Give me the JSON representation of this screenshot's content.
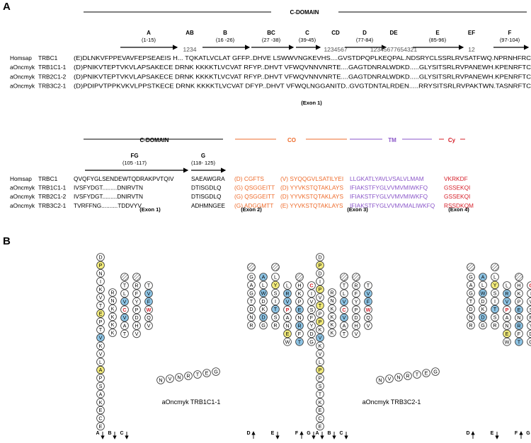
{
  "panel_a": {
    "label": "A",
    "title": "C-DOMAIN",
    "strands_top": [
      {
        "name": "A",
        "range": "(1-15)"
      },
      {
        "name": "AB",
        "range": "1234"
      },
      {
        "name": "B",
        "range": "(16 -26)"
      },
      {
        "name": "BC",
        "range": "(27 -38)"
      },
      {
        "name": "C",
        "range": "(39-45)"
      },
      {
        "name": "CD",
        "range": "1234567"
      },
      {
        "name": "D",
        "range": "(77-84)"
      },
      {
        "name": "DE",
        "range": "12345677654321"
      },
      {
        "name": "E",
        "range": "(85-96)"
      },
      {
        "name": "EF",
        "range": "12"
      },
      {
        "name": "F",
        "range": "(97-104)"
      }
    ],
    "rows_top": [
      {
        "species": "Homsap",
        "gene": "TRBC1",
        "seq": "(E)DLNKVFPPEVAVFEPSEAEIS H...  TQKATLVCLAT GFFP..DHVE LSWWVNGKEVHS....GVSTDPQPLKEQPAL.NDSRYCLSSRLRVSATFWQ.NPRNHFRC"
      },
      {
        "species": "aOncmyk",
        "gene": "TRB1C1-1",
        "seq": "(D)PNIKVTEPTVKVLAPSAKECE DRNK KKKKTLVCVAT RFYP..DHVT VFWQVNNVNRTE....GAGTDNRALWDKD.....GLYSITSRLRVPANEWH.KPENRFTC"
      },
      {
        "species": "aOncmyk",
        "gene": "TRB2C1-2",
        "seq": "(D)PNIKVTEPTVKVLAPSAKECE DRNK KKKKTLVCVAT RFYP..DHVT VFWQVNNVNRTE....GAGTDNRALWDKD.....GLYSITSRLRVPANEWH.KPENRFTC"
      },
      {
        "species": "aOncmyk",
        "gene": "TRB3C2-1",
        "seq": "(D)PDIPVTPPKVKVLPPSTKECE DRNK KKKKTLVCVAT DFYP..DHVT VFWQLNGGANITD..GVGTDNTALRDEN.....RRYSITSRLRVPAKTWN.TASNRFTC"
      }
    ],
    "exon1_label": "(Exon 1)",
    "segment_labels": {
      "co": "CO",
      "tm": "TM",
      "cy": "Cy"
    },
    "strands_bottom": [
      {
        "name": "FG",
        "range": "(105 -117)"
      },
      {
        "name": "G",
        "range": "(118- 125)"
      }
    ],
    "rows_bottom": [
      {
        "species": "Homsap",
        "gene": "TRBC1",
        "fg": "QVQFYGLSENDEWTQDRAKPVTQIV",
        "g": "SAEAWGRA",
        "ex2": "(D) CGFTS",
        "ex3a": "(V) SYQQGVLSATILYEI",
        "ex3b": "LLGKATLYAVLVSALVLMAM",
        "ex4": "VKRKDF"
      },
      {
        "species": "aOncmyk",
        "gene": "TRB1C1-1",
        "fg": "IVSFYDGT.........DNIRVTN",
        "g": "DTISGDLQ",
        "ex2": "(G) QSGGEITT",
        "ex3a": "(D) YYVKSTQTAKLAYS",
        "ex3b": "IFIAKSTFYGLVVMVMIWKFQ",
        "ex4": "GSSEKQI"
      },
      {
        "species": "aOncmyk",
        "gene": "TRB2C1-2",
        "fg": "IVSFYDGT.........DNIRVTN",
        "g": "DTISGDLQ",
        "ex2": "(G) QSGGEITT",
        "ex3a": "(D) YYVKSTQTAKLAYS",
        "ex3b": "IFIAKSTFYGLVVMVMIWKFQ",
        "ex4": "GSSEKQI"
      },
      {
        "species": "aOncmyk",
        "gene": "TRB3C2-1",
        "fg": "TVRFFNG..........TDDVYV",
        "g": "ADHMNGEE",
        "ex2": "(G) ADGGMTT",
        "ex3a": "(E) YYVKSTQTAKLAYS",
        "ex3b": "IFIAKSTFYGLVVMVMALIWKFQ",
        "ex4": "RSSDKQM"
      }
    ],
    "exon_labels": [
      "(Exon 1)",
      "(Exon 2)",
      "(Exon 3)",
      "(Exon 4)"
    ]
  },
  "panel_b": {
    "label": "B",
    "diagram1_name": "aOncmyk TRB1C1-1",
    "diagram2_name": "aOncmyk TRB3C2-1",
    "strand_letters": [
      "A",
      "B",
      "C",
      "D",
      "E",
      "F",
      "G"
    ],
    "colors": {
      "yellow": "#f3ec7d",
      "blue": "#8ec5e6",
      "red": "#d6202a",
      "orange": "#ee6b2b",
      "purple": "#8a55c8"
    }
  }
}
